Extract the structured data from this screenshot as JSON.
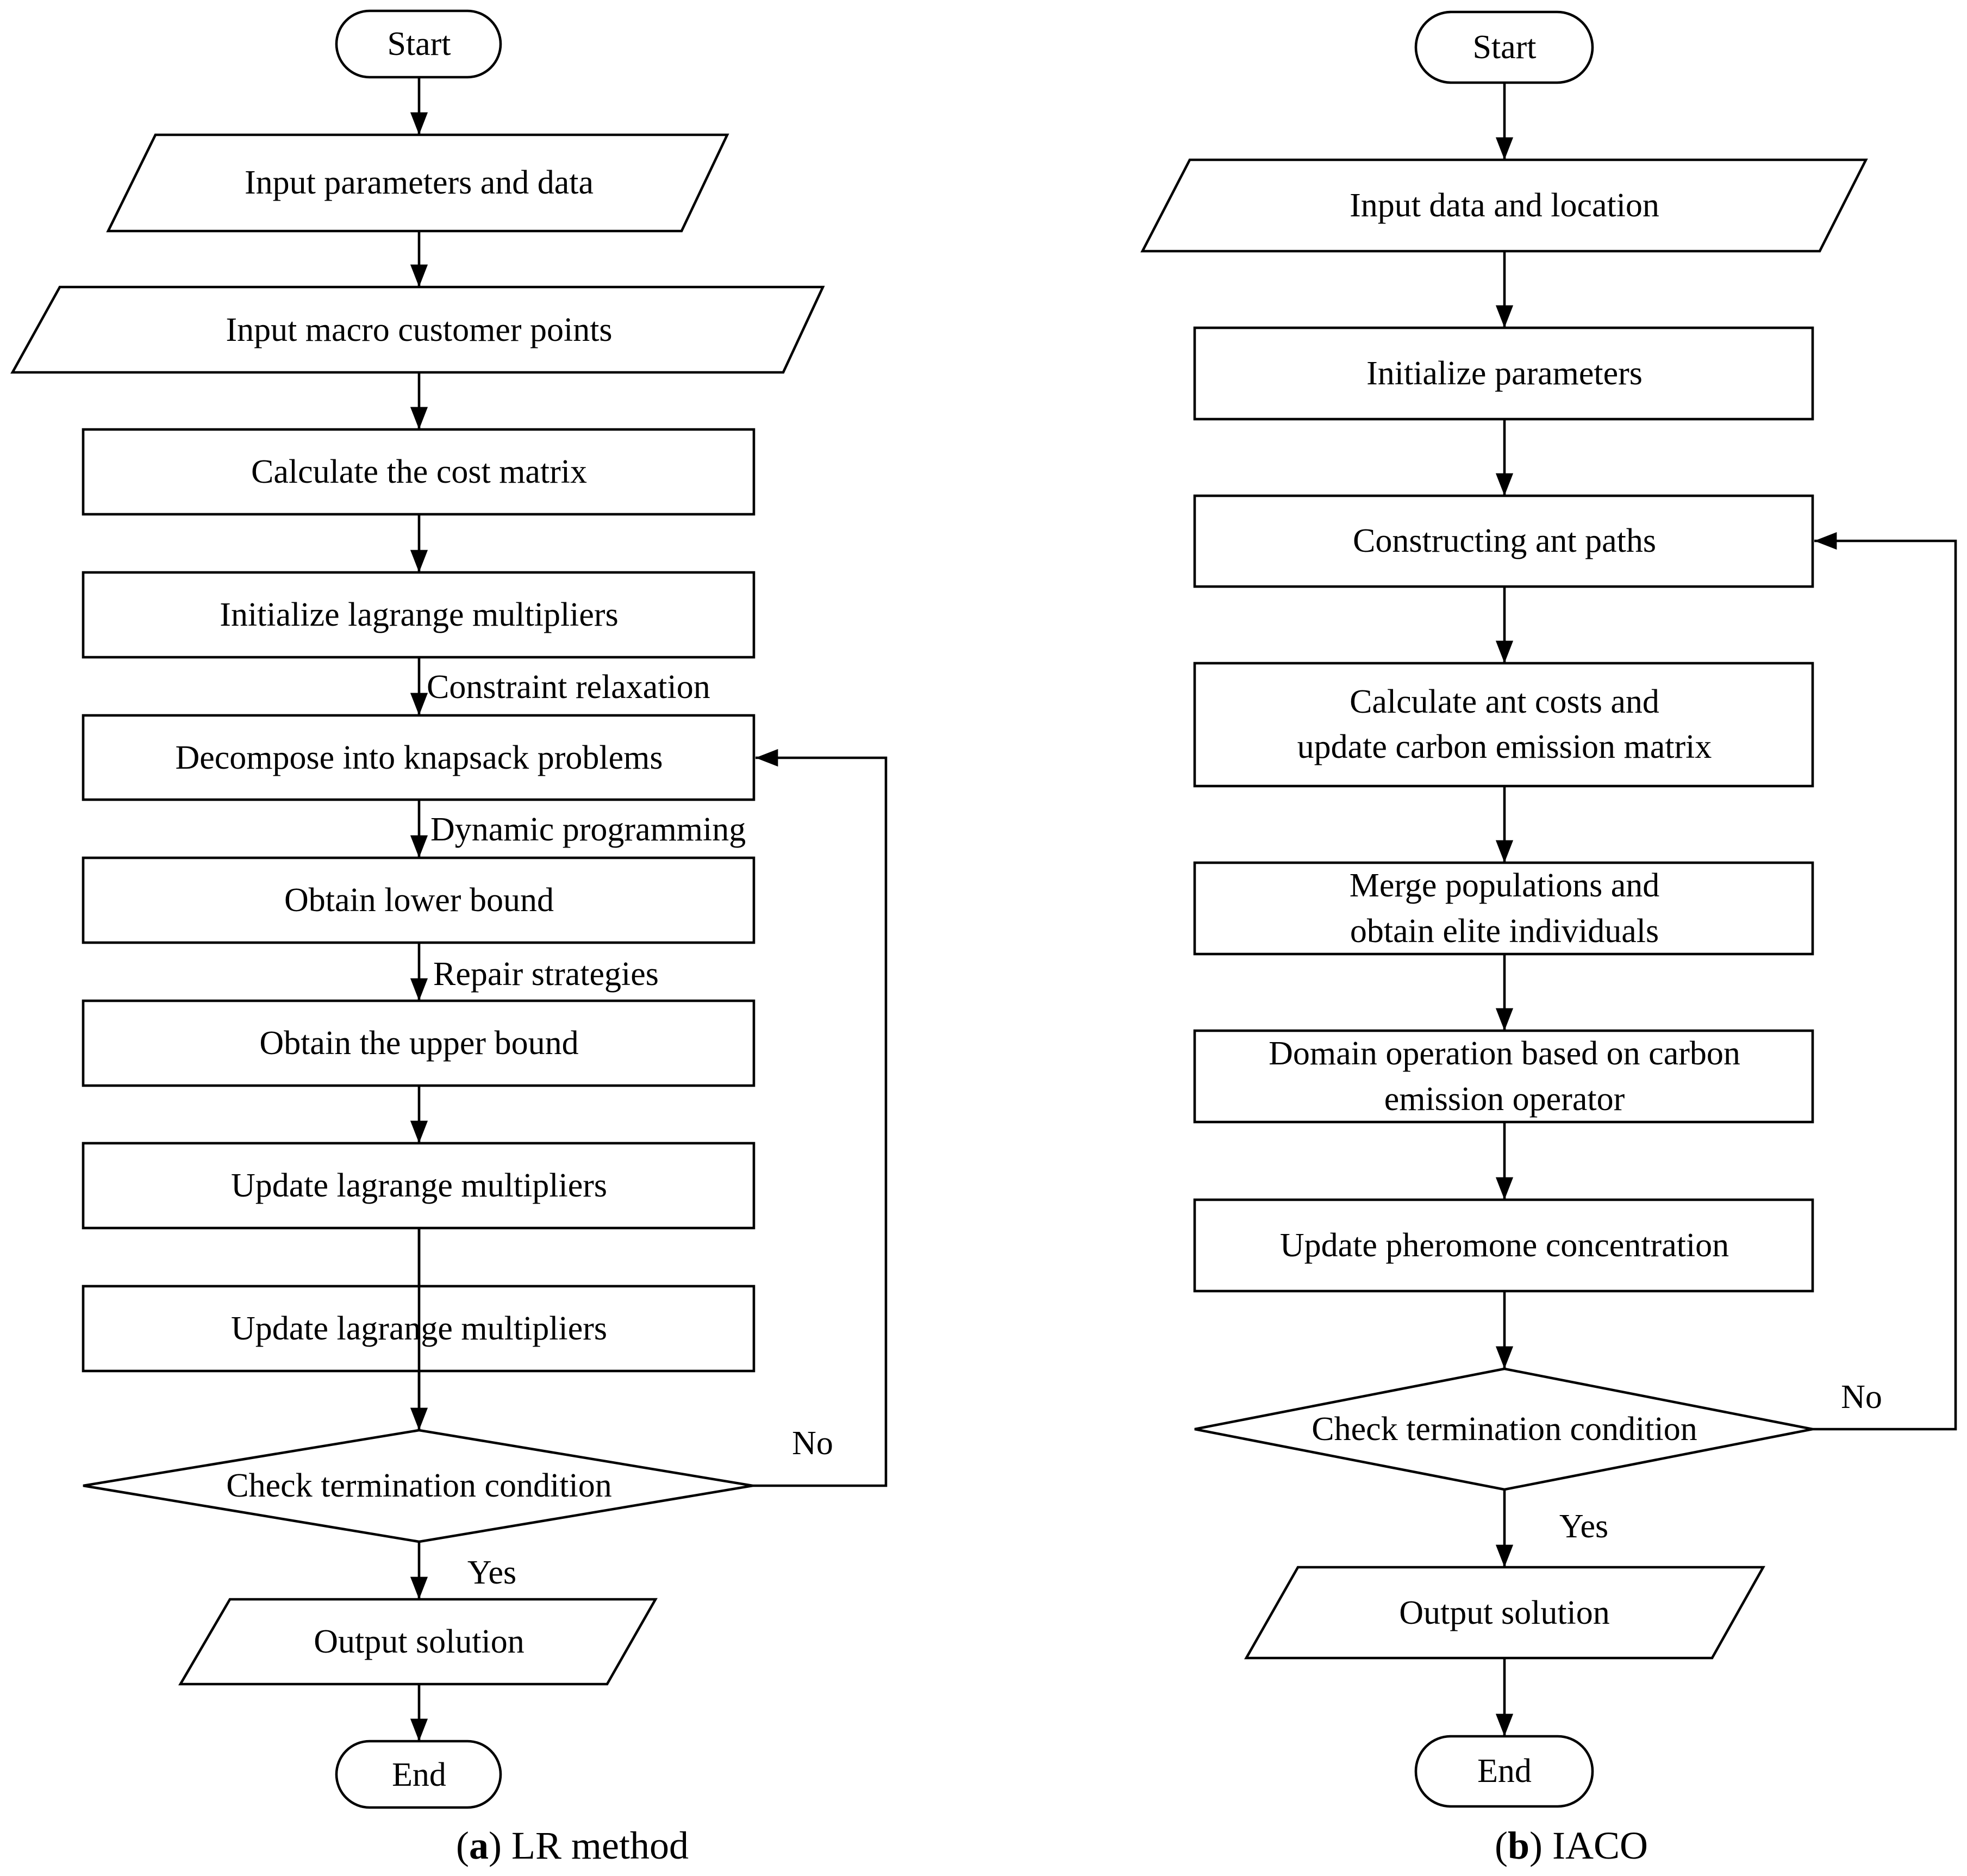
{
  "flowchart_a": {
    "caption_letter": "a",
    "caption_text": "LR method",
    "nodes": {
      "start": "Start",
      "input_params": "Input parameters and data",
      "input_macro": "Input macro customer points",
      "calc_cost": "Calculate the cost matrix",
      "init_lagrange": "Initialize lagrange multipliers",
      "decompose": "Decompose into knapsack problems",
      "lower_bound": "Obtain lower bound",
      "upper_bound": "Obtain the upper bound",
      "update_lagrange_1": "Update lagrange multipliers",
      "update_lagrange_2": "Update lagrange multipliers",
      "check": "Check termination condition",
      "output": "Output solution",
      "end": "End"
    },
    "edge_labels": {
      "constraint_relaxation": "Constraint relaxation",
      "dynamic_programming": "Dynamic programming",
      "repair_strategies": "Repair strategies",
      "no": "No",
      "yes": "Yes"
    }
  },
  "flowchart_b": {
    "caption_letter": "b",
    "caption_text": "IACO",
    "nodes": {
      "start": "Start",
      "input_data": "Input data and location",
      "init_params": "Initialize parameters",
      "construct": "Constructing ant paths",
      "calc_line1": "Calculate ant costs and",
      "calc_line2": "update carbon emission matrix",
      "merge_line1": "Merge populations and",
      "merge_line2": "obtain elite individuals",
      "domain_line1": "Domain operation based on carbon",
      "domain_line2": "emission operator",
      "pheromone": "Update pheromone concentration",
      "check": "Check termination condition",
      "output": "Output solution",
      "end": "End"
    },
    "edge_labels": {
      "no": "No",
      "yes": "Yes"
    }
  }
}
